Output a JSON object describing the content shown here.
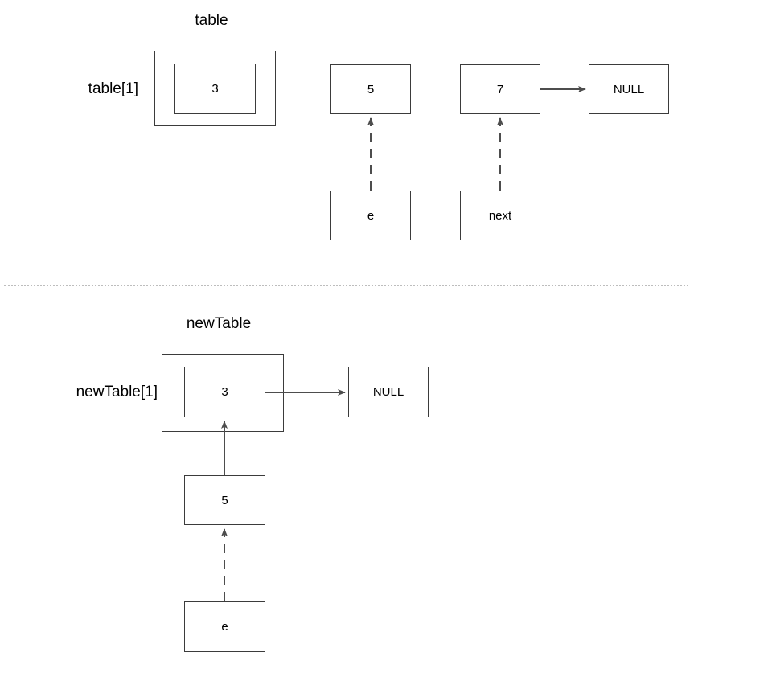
{
  "figure": {
    "kind": "hashmap-rehash-diagram",
    "stroke_color": "#3b3b3b",
    "arrow_color": "#4d4d4d",
    "divider_color": "#bdbdbd",
    "background": "#ffffff"
  },
  "top_panel": {
    "title": "table",
    "bucket_label": "table[1]",
    "bucket_node_value": "3",
    "chain": [
      {
        "value": "5"
      },
      {
        "value": "7"
      },
      {
        "value": "NULL"
      }
    ],
    "pointers": [
      {
        "name": "e",
        "label": "e",
        "target": "5"
      },
      {
        "name": "next",
        "label": "next",
        "target": "7"
      }
    ],
    "link_labels": {
      "seven_to_null": "NULL"
    }
  },
  "bottom_panel": {
    "title": "newTable",
    "bucket_label": "newTable[1]",
    "bucket_node_value": "3",
    "tail": {
      "value": "NULL"
    },
    "below_nodes": [
      {
        "value": "5"
      }
    ],
    "pointers": [
      {
        "name": "e",
        "label": "e",
        "target": "5"
      }
    ]
  }
}
